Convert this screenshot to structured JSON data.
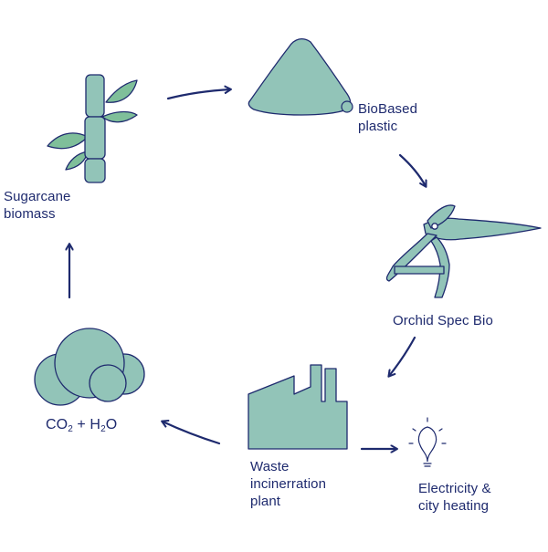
{
  "nodes": {
    "biobased_plastic": {
      "lines": [
        "BioBased",
        "plastic"
      ]
    },
    "orchid_spec": {
      "lines": [
        "Orchid Spec Bio"
      ]
    },
    "waste_plant": {
      "lines": [
        "Waste",
        "incinerration",
        "plant"
      ]
    },
    "electricity": {
      "lines": [
        "Electricity &",
        "city heating"
      ]
    },
    "co2_h2o": {
      "co": "CO",
      "co_sub": "2",
      "mid": " + H",
      "h_sub": "2",
      "o": "O"
    },
    "sugarcane": {
      "lines": [
        "Sugarcane",
        "biomass"
      ]
    }
  },
  "colors": {
    "fill": "#92c4b8",
    "fill_light": "#a6cfc4",
    "leaf": "#7fbf9a",
    "stroke": "#1e2a6e",
    "arrow": "#1e2a6e"
  },
  "icons": [
    "sugarcane-icon",
    "plastic-pile-icon",
    "speculum-icon",
    "factory-icon",
    "lightbulb-icon",
    "cloud-icon"
  ]
}
